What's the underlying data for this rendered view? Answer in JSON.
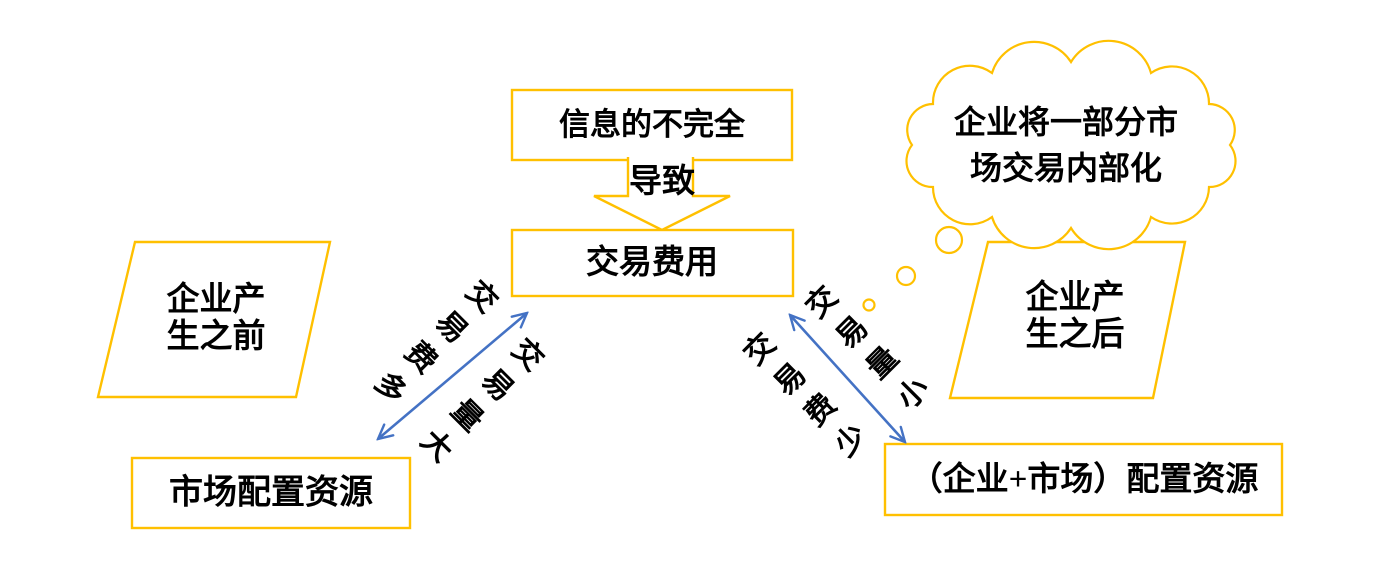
{
  "nodes": {
    "incomplete_information": {
      "label": "信息的不完全"
    },
    "causes": {
      "label": "导致"
    },
    "transaction_cost": {
      "label": "交易费用"
    },
    "thought_cloud": {
      "line1": "企业将一部分市",
      "line2": "场交易内部化"
    },
    "before_firm": {
      "line1": "企业产",
      "line2": "生之前"
    },
    "after_firm": {
      "line1": "企业产",
      "line2": "生之后"
    },
    "market_allocation": {
      "label": "市场配置资源"
    },
    "firm_market_allocation": {
      "label": "（企业+市场）配置资源"
    }
  },
  "edges": {
    "left": {
      "upper_label": "交易费多",
      "lower_label": "交易量大"
    },
    "right": {
      "upper_label": "交易量小",
      "lower_label": "交易费少"
    }
  },
  "colors": {
    "shape_outline": "#FFC000",
    "connector": "#4472C4",
    "text": "#000000",
    "background": "#FFFFFF"
  }
}
